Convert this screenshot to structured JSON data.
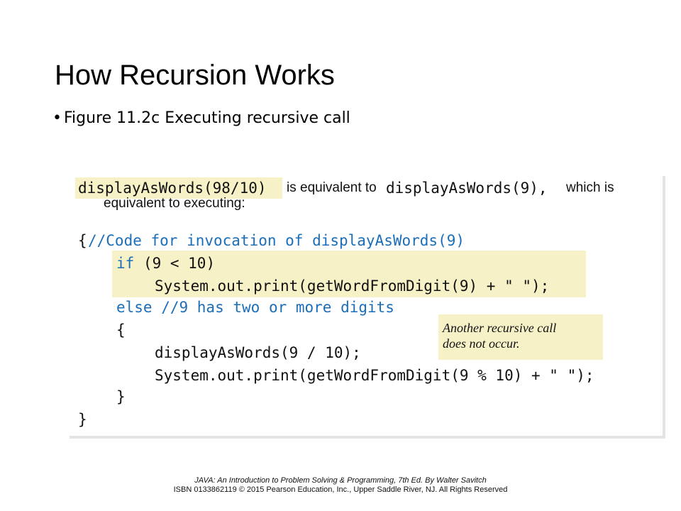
{
  "slide": {
    "title": "How Recursion Works",
    "bullet": "Figure 11.2c Executing recursive call"
  },
  "figure": {
    "line1_code_a": "displayAsWords(98/10)",
    "line1_text_a": "is equivalent to",
    "line1_code_b": "displayAsWords(9),",
    "line1_text_b": "which is",
    "line2_text": "equivalent to executing:",
    "code_lines": {
      "brace_open": "{",
      "comment_invocation": "//Code for invocation of displayAsWords(9)",
      "if_keyword": "if",
      "if_condition": " (9 < 10)",
      "print_first": "System.out.print(getWordFromDigit(9) + \" \");",
      "else_keyword": "else",
      "else_comment": " //9 has two or more digits",
      "inner_brace_open": "{",
      "recursive_call": "displayAsWords(9 / 10);",
      "print_second": "System.out.print(getWordFromDigit(9 % 10) + \" \");",
      "inner_brace_close": "}",
      "brace_close": "}"
    },
    "note_line1": "Another recursive call",
    "note_line2": "does not occur.",
    "colors": {
      "highlight": "#f7f1c7",
      "code_blue": "#1b6eb8",
      "code_black": "#111111"
    }
  },
  "footer": {
    "line1": "JAVA: An Introduction to Problem Solving & Programming, 7th Ed. By Walter Savitch",
    "line2": "ISBN 0133862119 © 2015 Pearson Education, Inc., Upper Saddle River, NJ. All Rights Reserved"
  }
}
